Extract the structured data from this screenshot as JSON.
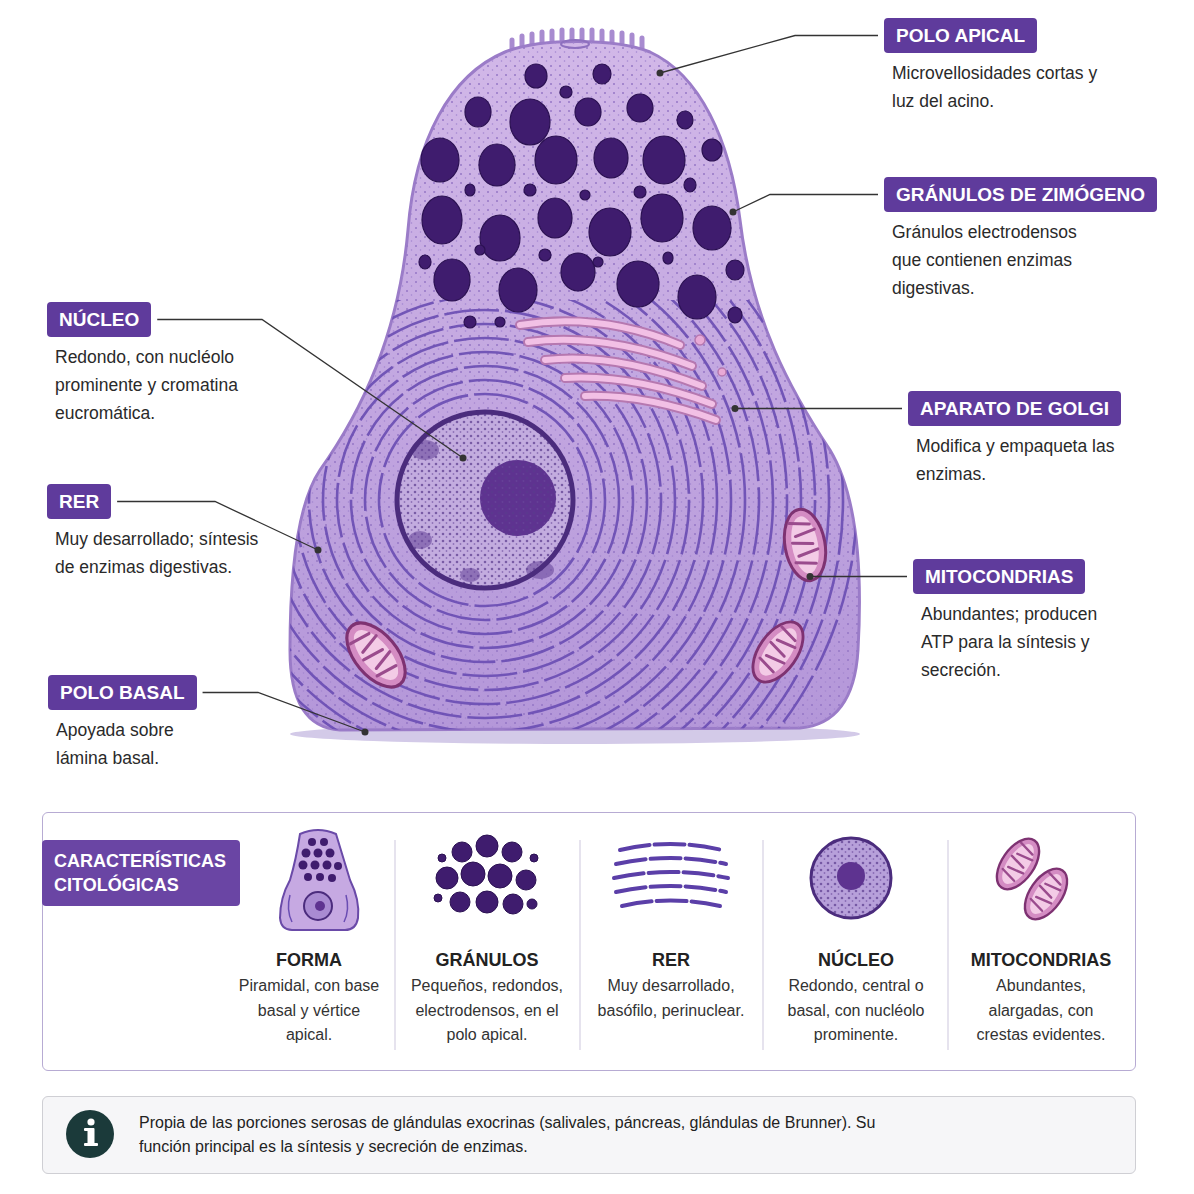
{
  "diagram": {
    "nodes": [
      {
        "text": [
          "POLO APICAL",
          "Microvellosidades cortas y luz del acino."
        ]
      },
      {
        "text": [
          "GRÁNULOS DE ZIMÓGENO",
          "Gránulos electrodensos que contienen enzimas digestivas."
        ]
      },
      {
        "text": [
          "NÚCLEO",
          "Redondo, con nucléolo prominente y cromatina eucromática."
        ]
      },
      {
        "text": [
          "APARATO DE GOLGI",
          "Modifica y empaqueta las enzimas."
        ]
      },
      {
        "text": [
          "RER",
          "Muy desarrollado; síntesis de enzimas digestivas."
        ]
      },
      {
        "text": [
          "MITOCONDRIAS",
          "Abundantes; producen ATP para la síntesis y secreción."
        ]
      },
      {
        "text": [
          "POLO BASAL",
          "Apoyada sobre lámina basal."
        ]
      },
      {
        "text": [
          "CARACTERÍSTICAS CITOLÓGICAS"
        ]
      },
      {
        "text": [
          "Propia de las porciones serosas de glándulas exocrinas (salivales, páncreas, glándulas de Brunner). Su función principal es la síntesis y secreción de enzimas."
        ]
      }
    ],
    "labels": [
      "FORMA",
      "Piramidal, con base basal y vértice apical.",
      "GRÁNULOS",
      "Pequeños, redondos, electrodensos, en el polo apical.",
      "RER",
      "Muy desarrollado, basófilo, perinuclear.",
      "NÚCLEO",
      "Redondo, central o basal, con nucléolo prominente.",
      "MITOCONDRIAS",
      "Abundantes, alargadas, con crestas evidentes."
    ]
  }
}
